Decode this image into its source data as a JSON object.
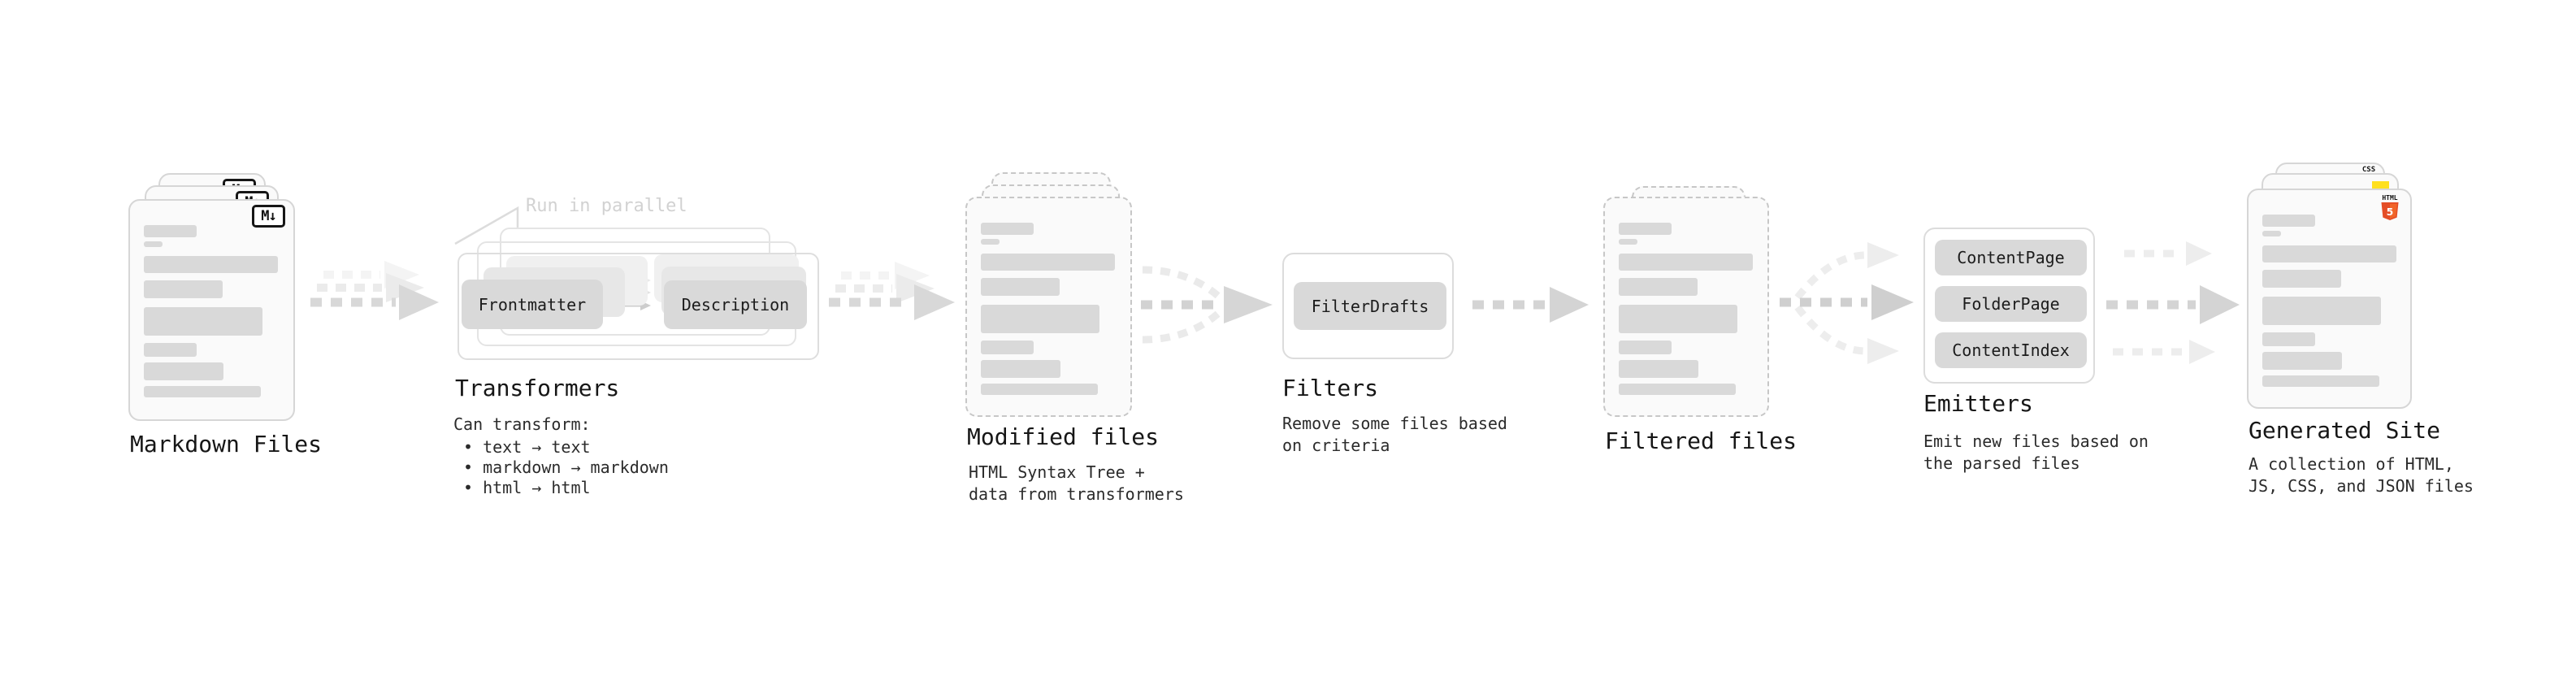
{
  "nodes": {
    "markdown_files": {
      "label": "Markdown Files",
      "badge": "M↓"
    },
    "transformers": {
      "heading": "Transformers",
      "annotation": "Run in parallel",
      "button_left": "Frontmatter",
      "button_right": "Description",
      "can_transform_title": "Can transform:",
      "bullets": [
        "• text → text",
        "• markdown → markdown",
        "• html → html"
      ]
    },
    "modified_files": {
      "label": "Modified files",
      "description": "HTML Syntax Tree +\ndata from transformers"
    },
    "filters": {
      "heading": "Filters",
      "button": "FilterDrafts",
      "description": "Remove some files based\non criteria"
    },
    "filtered_files": {
      "label": "Filtered files"
    },
    "emitters": {
      "heading": "Emitters",
      "buttons": [
        "ContentPage",
        "FolderPage",
        "ContentIndex"
      ],
      "description": "Emit new files based on\nthe parsed files"
    },
    "generated_site": {
      "label": "Generated Site",
      "description": "A collection of HTML,\nJS, CSS, and JSON files",
      "badges": {
        "css": "CSS",
        "html_label": "HTML",
        "html_number": "5"
      }
    }
  },
  "colors": {
    "html5_orange": "#e44d26",
    "html5_orange_light": "#f16529",
    "js_yellow": "#ffe01e",
    "css_blue": "#2f6bff",
    "button_grey": "#d9d9d9",
    "skeleton_grey": "#d9d9d9",
    "arrow_grey": "#d6d6d6",
    "arrow_ghost_grey": "#ededed",
    "annotation_grey": "#d2d2d2"
  }
}
